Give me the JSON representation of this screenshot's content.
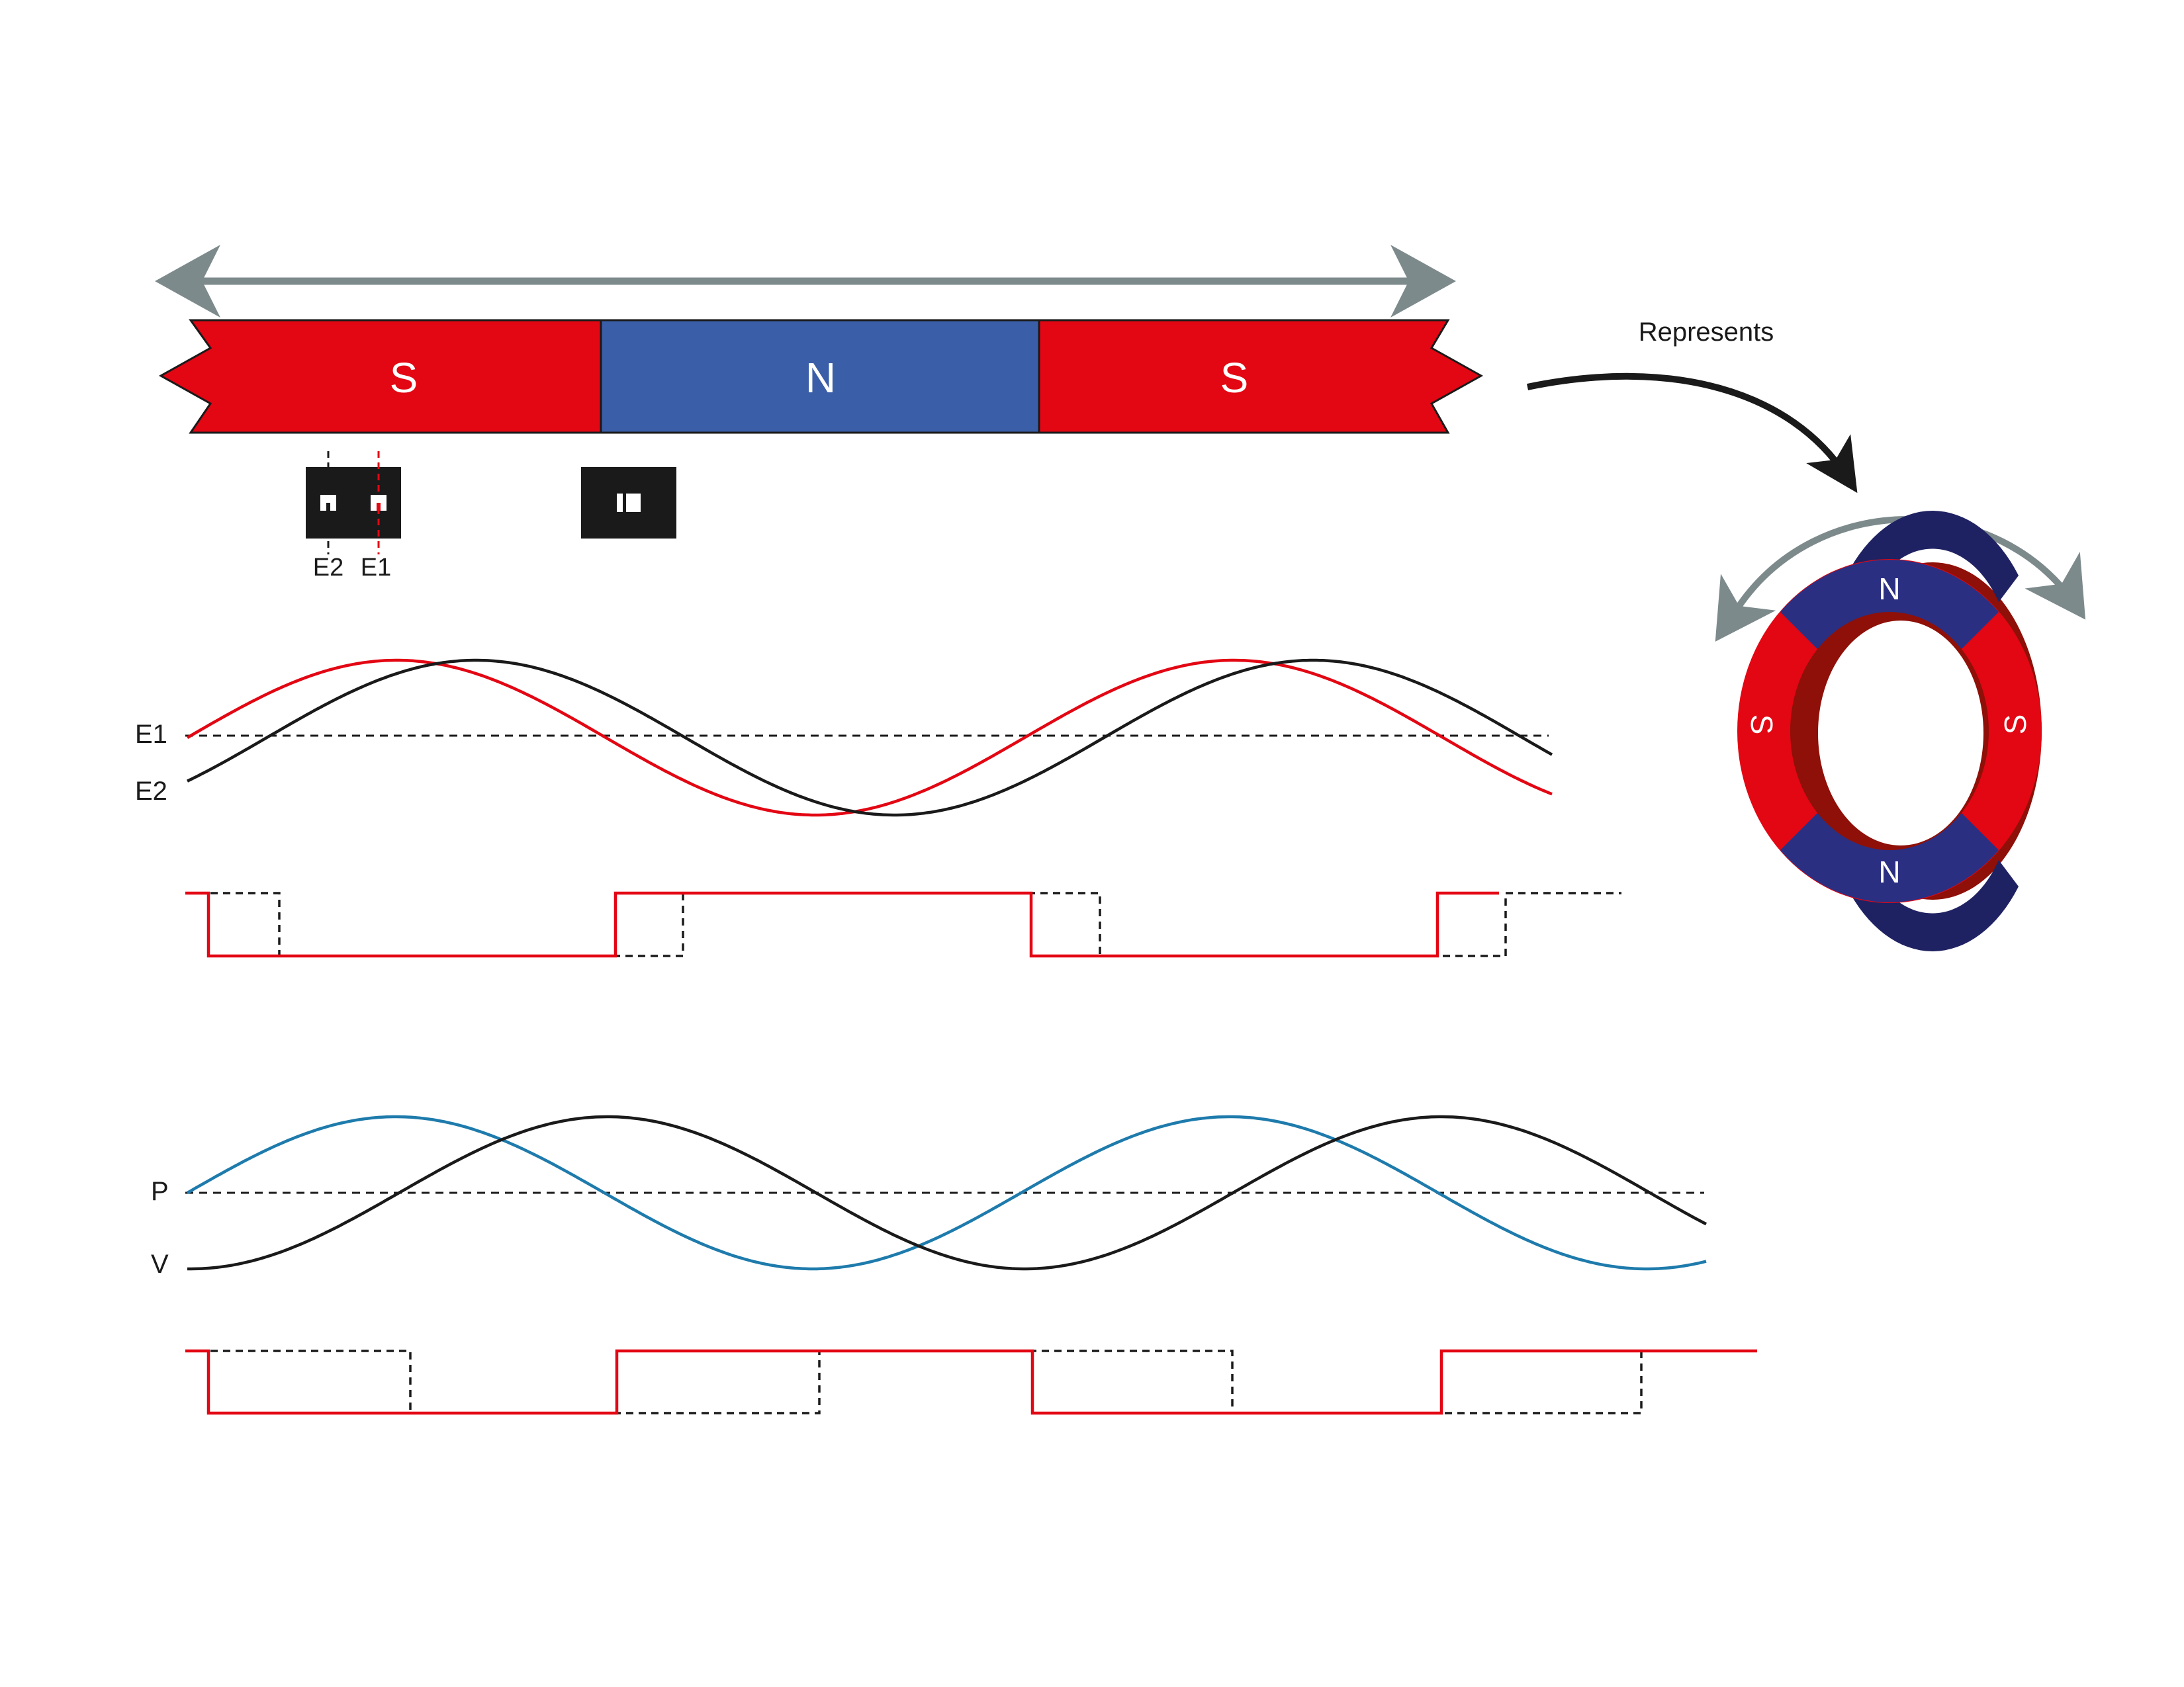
{
  "colors": {
    "south": "#e30613",
    "north": "#3a5ea8",
    "ring_north": "#2b2f82",
    "ring_north_dark": "#1f2262",
    "ring_south_dark": "#8e1008",
    "arrow_gray": "#7d8a8c",
    "e1_wave": "#e30613",
    "e2_wave": "#1a1a1a",
    "p_wave": "#1e7bac",
    "v_wave": "#1a1a1a"
  },
  "strip": {
    "poles": [
      {
        "name": "south-left",
        "label": "S"
      },
      {
        "name": "north",
        "label": "N"
      },
      {
        "name": "south-right",
        "label": "S"
      }
    ]
  },
  "sensors": {
    "e2_label": "E2",
    "e1_label": "E1"
  },
  "annotation": {
    "represents": "Represents"
  },
  "ring": {
    "top": "N",
    "bottom": "N",
    "left": "S",
    "right": "S"
  },
  "signals": {
    "e1": "E1",
    "e2": "E2",
    "p": "P",
    "v": "V"
  }
}
